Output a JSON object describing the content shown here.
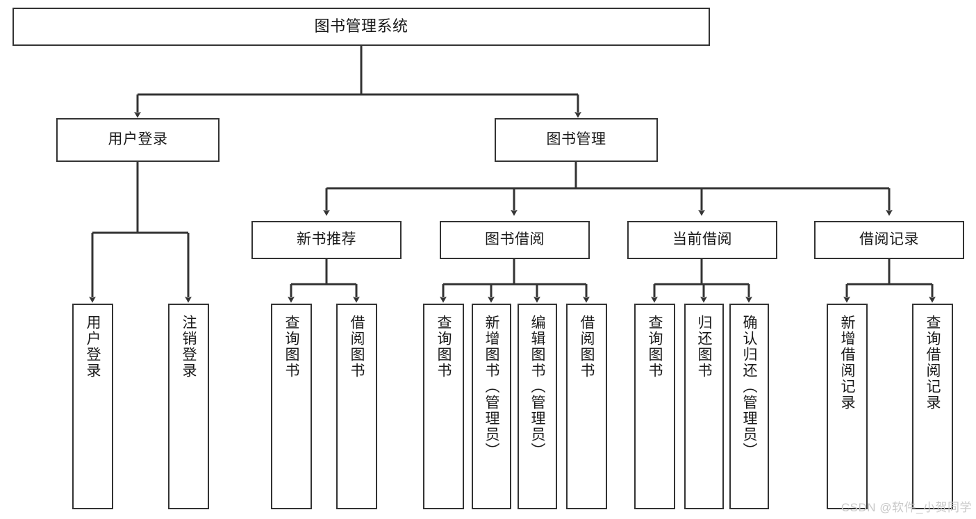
{
  "diagram": {
    "title": "图书管理系统",
    "type": "tree",
    "orientation": "top-down",
    "colors": {
      "box_border": "#333333",
      "box_fill": "#ffffff",
      "edge": "#333333",
      "text": "#1a1a1a",
      "watermark": "#c9c9c9",
      "background": "#ffffff"
    },
    "nodes": {
      "root": {
        "label": "图书管理系统"
      },
      "level2": [
        {
          "label": "用户登录"
        },
        {
          "label": "图书管理"
        }
      ],
      "level3": [
        {
          "label": "新书推荐"
        },
        {
          "label": "图书借阅"
        },
        {
          "label": "当前借阅"
        },
        {
          "label": "借阅记录"
        }
      ],
      "leaves_user_login": [
        {
          "label": "用户登录"
        },
        {
          "label": "注销登录"
        }
      ],
      "leaves_new_book": [
        {
          "label": "查询图书"
        },
        {
          "label": "借阅图书"
        }
      ],
      "leaves_borrow": [
        {
          "label": "查询图书"
        },
        {
          "label": "新增图书（管理员）"
        },
        {
          "label": "编辑图书（管理员）"
        },
        {
          "label": "借阅图书"
        }
      ],
      "leaves_current": [
        {
          "label": "查询图书"
        },
        {
          "label": "归还图书"
        },
        {
          "label": "确认归还（管理员）"
        }
      ],
      "leaves_records": [
        {
          "label": "新增借阅记录"
        },
        {
          "label": "查询借阅记录"
        }
      ]
    }
  },
  "watermark": {
    "text": "CSDN @软件_小贺同学"
  }
}
